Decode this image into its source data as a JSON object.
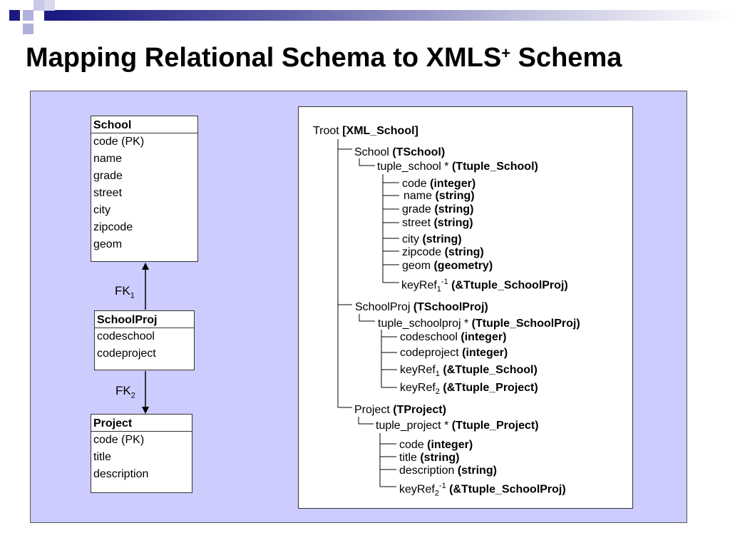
{
  "title": {
    "main": "Mapping Relational Schema to XMLS",
    "sup": "+",
    "end": " Schema"
  },
  "tables": {
    "school": {
      "name": "School",
      "rows": [
        "code (PK)",
        "name",
        "grade",
        "street",
        "city",
        "zipcode",
        "geom"
      ]
    },
    "schoolproj": {
      "name": "SchoolProj",
      "rows": [
        "codeschool",
        "codeproject"
      ]
    },
    "project": {
      "name": "Project",
      "rows": [
        "code (PK)",
        "title",
        "description"
      ]
    }
  },
  "fk1": {
    "label": "FK",
    "sub": "1"
  },
  "fk2": {
    "label": "FK",
    "sub": "2"
  },
  "tree": {
    "troot": {
      "name": "Troot ",
      "type": "[XML_School]"
    },
    "school": {
      "name": "School ",
      "type": "(TSchool)"
    },
    "tuple_school": {
      "name": "tuple_school * ",
      "type": "(Ttuple_School)"
    },
    "school_fields": [
      {
        "name": "code ",
        "type": "(integer)"
      },
      {
        "name": "name ",
        "type": "(string)"
      },
      {
        "name": "grade ",
        "type": "(string)"
      },
      {
        "name": "street ",
        "type": "(string)"
      },
      {
        "name": "city ",
        "type": "(string)"
      },
      {
        "name": "zipcode ",
        "type": "(string)"
      },
      {
        "name": "geom ",
        "type": "(geometry)"
      }
    ],
    "school_keyref": {
      "name": "keyRef",
      "sub": "1",
      "sup": "-1",
      "type": " (&Ttuple_SchoolProj)"
    },
    "schoolproj": {
      "name": "SchoolProj ",
      "type": "(TSchoolProj)"
    },
    "tuple_schoolproj": {
      "name": "tuple_schoolproj * ",
      "type": "(Ttuple_SchoolProj)"
    },
    "schoolproj_fields": [
      {
        "name": "codeschool ",
        "type": "(integer)"
      },
      {
        "name": "codeproject ",
        "type": "(integer)"
      }
    ],
    "schoolproj_keyref1": {
      "name": "keyRef",
      "sub": "1",
      "type": " (&Ttuple_School)"
    },
    "schoolproj_keyref2": {
      "name": "keyRef",
      "sub": "2",
      "type": " (&Ttuple_Project)"
    },
    "project": {
      "name": "Project ",
      "type": "(TProject)"
    },
    "tuple_project": {
      "name": "tuple_project * ",
      "type": "(Ttuple_Project)"
    },
    "project_fields": [
      {
        "name": "code ",
        "type": "(integer)"
      },
      {
        "name": "title ",
        "type": "(string)"
      },
      {
        "name": "description ",
        "type": "(string)"
      }
    ],
    "project_keyref": {
      "name": "keyRef",
      "sub": "2",
      "sup": "-1",
      "type": " (&Ttuple_SchoolProj)"
    }
  },
  "colors": {
    "panel": "#ccccff",
    "deco_dark": "#1a1a80",
    "deco_light": "#a8a8d8"
  }
}
